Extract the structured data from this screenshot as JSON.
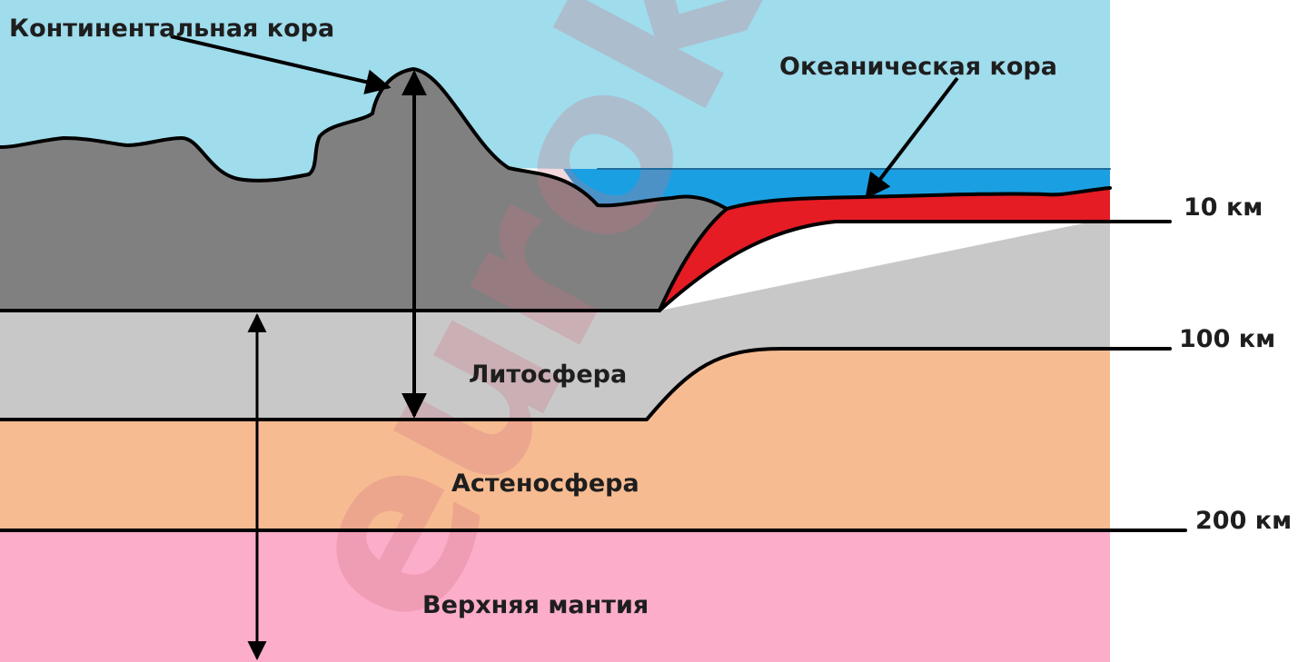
{
  "labels": {
    "continental_crust": "Континентальная кора",
    "oceanic_crust": "Океаническая кора",
    "lithosphere": "Литосфера",
    "asthenosphere": "Астеносфера",
    "upper_mantle": "Верхняя мантия",
    "depth_10": "10 км",
    "depth_100": "100 км",
    "depth_200": "200 км"
  },
  "watermark": "euroki",
  "colors": {
    "sky": "#9fdcec",
    "ocean": "#1aa0e2",
    "continental_crust": "#808080",
    "oceanic_crust": "#e51c24",
    "lithosphere": "#c8c8c8",
    "asthenosphere": "#f7bb92",
    "upper_mantle": "#fbadca",
    "line": "#000000"
  }
}
